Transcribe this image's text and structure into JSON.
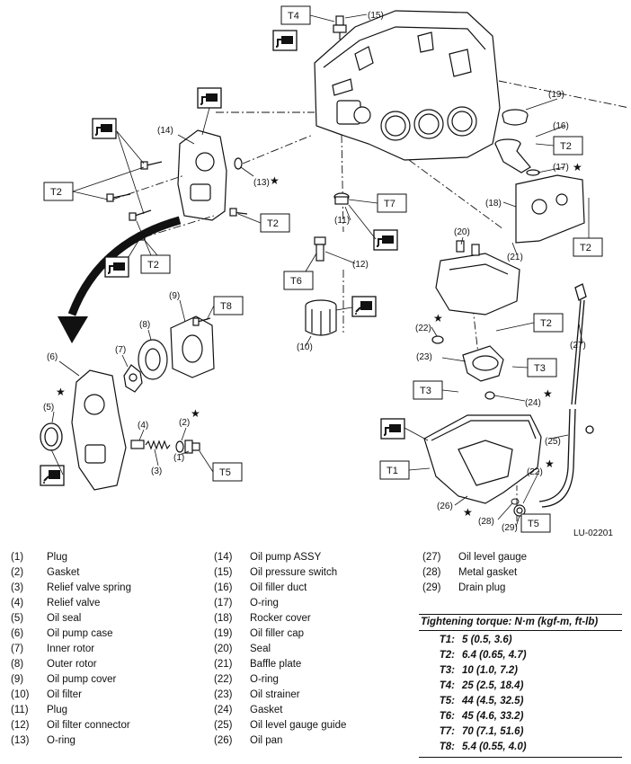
{
  "diagram": {
    "figure_code": "LU-02201",
    "callouts": [
      "(1)",
      "(2)",
      "(3)",
      "(4)",
      "(5)",
      "(6)",
      "(7)",
      "(8)",
      "(9)",
      "(10)",
      "(11)",
      "(12)",
      "(13)",
      "(14)",
      "(15)",
      "(16)",
      "(17)",
      "(18)",
      "(19)",
      "(20)",
      "(21)",
      "(22)",
      "(23)",
      "(24)",
      "(25)",
      "(26)",
      "(27)",
      "(28)",
      "(29)"
    ],
    "torque_tags": [
      "T1",
      "T2",
      "T3",
      "T4",
      "T5",
      "T6",
      "T7",
      "T8"
    ],
    "star": "★"
  },
  "legend": [
    {
      "num": "(1)",
      "name": "Plug"
    },
    {
      "num": "(2)",
      "name": "Gasket"
    },
    {
      "num": "(3)",
      "name": "Relief valve spring"
    },
    {
      "num": "(4)",
      "name": "Relief valve"
    },
    {
      "num": "(5)",
      "name": "Oil seal"
    },
    {
      "num": "(6)",
      "name": "Oil pump case"
    },
    {
      "num": "(7)",
      "name": "Inner rotor"
    },
    {
      "num": "(8)",
      "name": "Outer rotor"
    },
    {
      "num": "(9)",
      "name": "Oil pump cover"
    },
    {
      "num": "(10)",
      "name": "Oil filter"
    },
    {
      "num": "(11)",
      "name": "Plug"
    },
    {
      "num": "(12)",
      "name": "Oil filter connector"
    },
    {
      "num": "(13)",
      "name": "O-ring"
    },
    {
      "num": "(14)",
      "name": "Oil pump ASSY"
    },
    {
      "num": "(15)",
      "name": "Oil pressure switch"
    },
    {
      "num": "(16)",
      "name": "Oil filler duct"
    },
    {
      "num": "(17)",
      "name": "O-ring"
    },
    {
      "num": "(18)",
      "name": "Rocker cover"
    },
    {
      "num": "(19)",
      "name": "Oil filler cap"
    },
    {
      "num": "(20)",
      "name": "Seal"
    },
    {
      "num": "(21)",
      "name": "Baffle plate"
    },
    {
      "num": "(22)",
      "name": "O-ring"
    },
    {
      "num": "(23)",
      "name": "Oil strainer"
    },
    {
      "num": "(24)",
      "name": "Gasket"
    },
    {
      "num": "(25)",
      "name": "Oil level gauge guide"
    },
    {
      "num": "(26)",
      "name": "Oil pan"
    },
    {
      "num": "(27)",
      "name": "Oil level gauge"
    },
    {
      "num": "(28)",
      "name": "Metal gasket"
    },
    {
      "num": "(29)",
      "name": "Drain plug"
    }
  ],
  "torque": {
    "title": "Tightening torque: N·m (kgf-m, ft-lb)",
    "rows": [
      {
        "key": "T1:",
        "value": "5 (0.5, 3.6)"
      },
      {
        "key": "T2:",
        "value": "6.4 (0.65, 4.7)"
      },
      {
        "key": "T3:",
        "value": "10 (1.0, 7.2)"
      },
      {
        "key": "T4:",
        "value": "25 (2.5, 18.4)"
      },
      {
        "key": "T5:",
        "value": "44 (4.5, 32.5)"
      },
      {
        "key": "T6:",
        "value": "45 (4.6, 33.2)"
      },
      {
        "key": "T7:",
        "value": "70 (7.1, 51.6)"
      },
      {
        "key": "T8:",
        "value": "5.4 (0.55, 4.0)"
      }
    ]
  }
}
